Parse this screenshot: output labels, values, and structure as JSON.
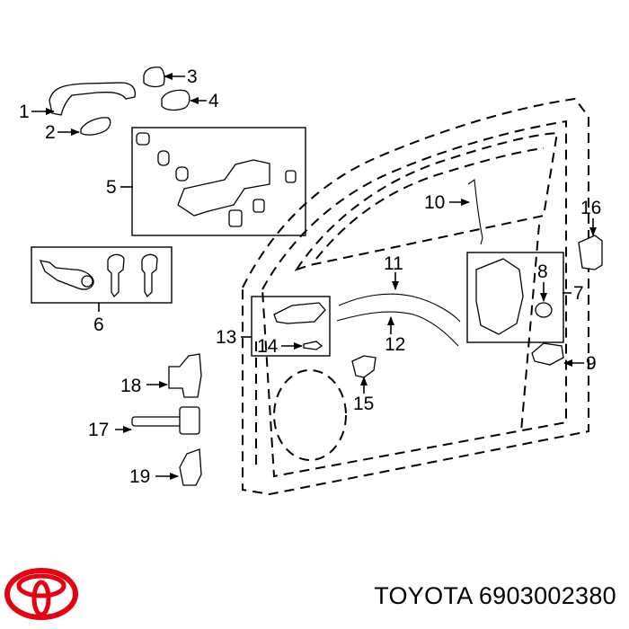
{
  "caption": {
    "brand": "TOYOTA",
    "part_number": "6903002380"
  },
  "logo": {
    "name": "toyota-logo",
    "color": "#e60012"
  },
  "callouts": {
    "c1": "1",
    "c2": "2",
    "c3": "3",
    "c4": "4",
    "c5": "5",
    "c6": "6",
    "c7": "7",
    "c8": "8",
    "c9": "9",
    "c10": "10",
    "c11": "11",
    "c12": "12",
    "c13": "13",
    "c14": "14",
    "c15": "15",
    "c16": "16",
    "c17": "17",
    "c18": "18",
    "c19": "19"
  }
}
